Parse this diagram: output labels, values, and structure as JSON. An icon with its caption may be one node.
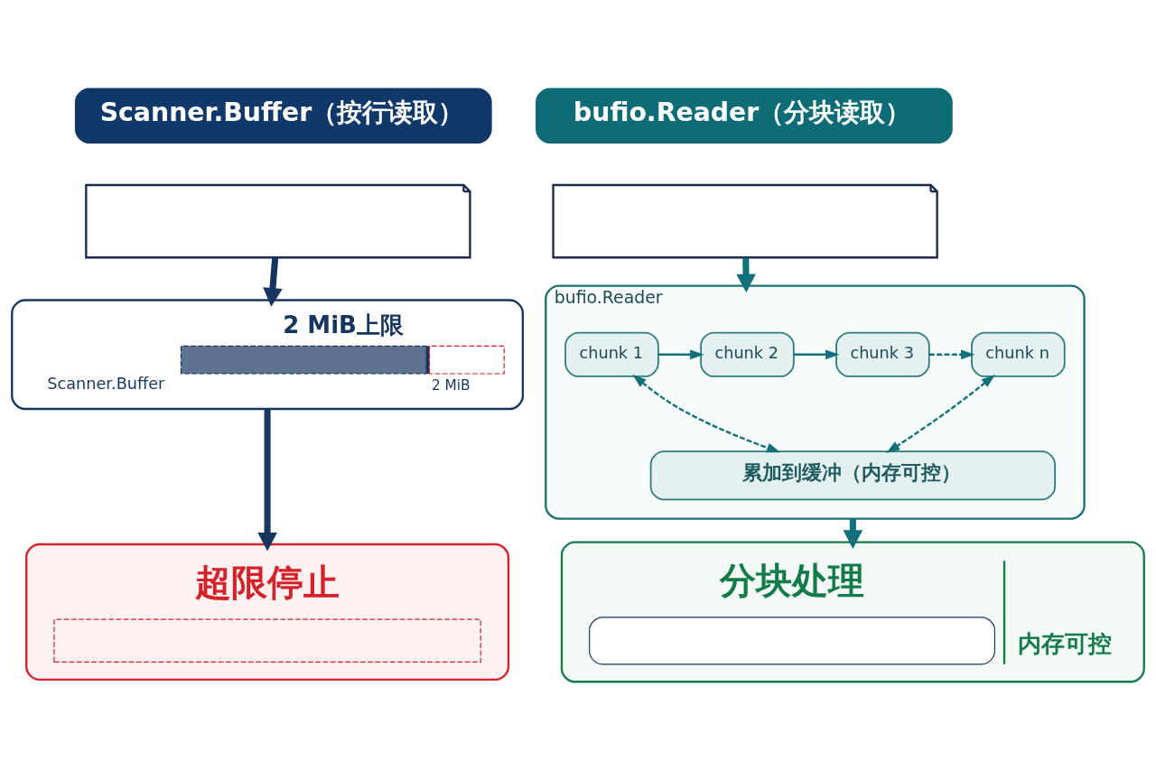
{
  "diagram": {
    "nodes": [
      {
        "text": [
          "Scanner.Buffer（按行读取）"
        ]
      },
      {
        "text": [],
        "shape": "document"
      },
      {
        "text": [
          "Scanner.Buffer",
          "2 MiB上限",
          "2 MiB"
        ]
      },
      {
        "text": [
          "超限停止"
        ]
      },
      {
        "text": [
          "bufio.Reader（分块读取）"
        ]
      },
      {
        "text": [],
        "shape": "document"
      },
      {
        "text": [
          "bufio.Reader"
        ]
      },
      {
        "text": [
          "chunk 1"
        ],
        "in": 6
      },
      {
        "text": [
          "chunk 2"
        ],
        "in": 6
      },
      {
        "text": [
          "chunk 3"
        ],
        "in": 6
      },
      {
        "text": [
          "chunk n"
        ],
        "in": 6
      },
      {
        "text": [
          "累加到缓冲（内存可控）"
        ],
        "in": 6
      },
      {
        "text": [
          "分块处理",
          "内存可控"
        ]
      }
    ],
    "edges": [
      {
        "from": 1,
        "to": 2,
        "arrow": "to",
        "style": "thick",
        "color": "#17365f"
      },
      {
        "from": 2,
        "to": 3,
        "arrow": "to",
        "style": "thick",
        "color": "#17365f"
      },
      {
        "from": 5,
        "to": 6,
        "arrow": "to",
        "style": "thick"
      },
      {
        "from": 7,
        "to": 8,
        "arrow": "to"
      },
      {
        "from": 8,
        "to": 9,
        "arrow": "to"
      },
      {
        "from": 9,
        "to": 10,
        "arrow": "to",
        "style": "dashed"
      },
      {
        "from": 7,
        "to": 11,
        "arrow": "both",
        "style": "dashed"
      },
      {
        "from": 10,
        "to": 11,
        "arrow": "both",
        "style": "dashed"
      },
      {
        "from": 6,
        "to": 12,
        "arrow": "to",
        "style": "thick"
      }
    ]
  }
}
